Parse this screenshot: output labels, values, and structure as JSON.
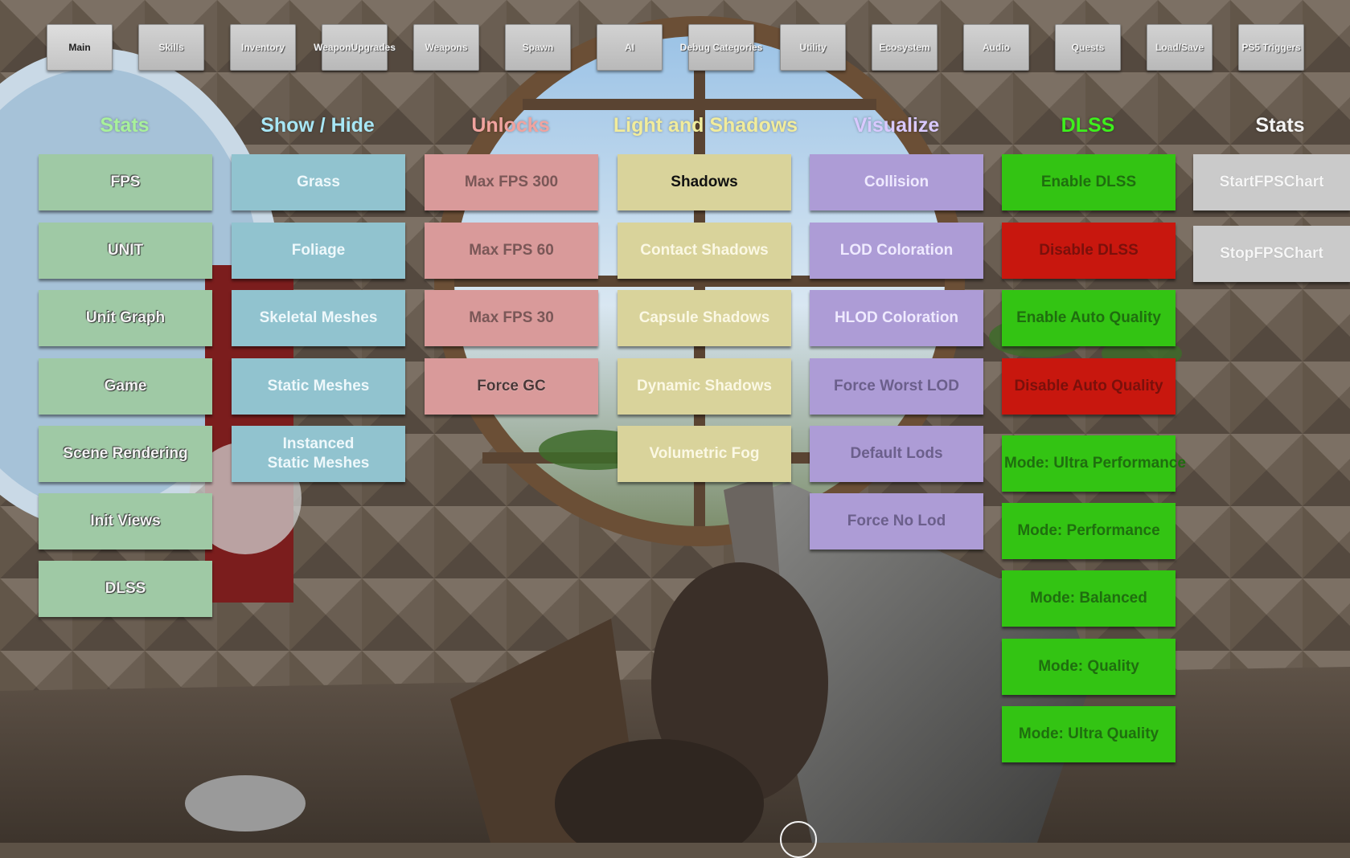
{
  "tabs": [
    {
      "label": "Main",
      "active": true
    },
    {
      "label": "Skills"
    },
    {
      "label": "Inventory"
    },
    {
      "label": "WeaponUpgrades"
    },
    {
      "label": "Weapons"
    },
    {
      "label": "Spawn"
    },
    {
      "label": "AI"
    },
    {
      "label": "Debug Categories"
    },
    {
      "label": "Utility"
    },
    {
      "label": "Ecosystem"
    },
    {
      "label": "Audio"
    },
    {
      "label": "Quests"
    },
    {
      "label": "Load/Save"
    },
    {
      "label": "PS5 Triggers"
    }
  ],
  "columns": {
    "stats": {
      "title": "Stats",
      "title_color": "#a8f09b",
      "buttons": [
        "FPS",
        "UNIT",
        "Unit Graph",
        "Game",
        "Scene Rendering",
        "Init Views",
        "DLSS"
      ]
    },
    "show_hide": {
      "title": "Show / Hide",
      "title_color": "#a7e6f5",
      "buttons": [
        "Grass",
        "Foliage",
        "Skeletal Meshes",
        "Static Meshes",
        "Instanced\nStatic Meshes"
      ]
    },
    "unlocks": {
      "title": "Unlocks",
      "title_color": "#f0a39f",
      "buttons": [
        "Max FPS 300",
        "Max FPS 60",
        "Max FPS 30",
        "Force GC"
      ]
    },
    "light_shadows": {
      "title": "Light and Shadows",
      "title_color": "#f1ec9c",
      "buttons": [
        "Shadows",
        "Contact Shadows",
        "Capsule Shadows",
        "Dynamic Shadows",
        "Volumetric Fog"
      ]
    },
    "visualize": {
      "title": "Visualize",
      "title_color": "#d9c9ff",
      "buttons": [
        "Collision",
        "LOD Coloration",
        "HLOD Coloration",
        "Force Worst LOD",
        "Default Lods",
        "Force No Lod"
      ]
    },
    "dlss": {
      "title": "DLSS",
      "title_color": "#3df01c",
      "buttons": [
        "Enable DLSS",
        "Disable DLSS",
        "Enable Auto Quality",
        "Disable Auto Quality",
        "Mode: Ultra Performance",
        "Mode: Performance",
        "Mode: Balanced",
        "Mode: Quality",
        "Mode: Ultra Quality"
      ]
    },
    "stats2": {
      "title": "Stats",
      "title_color": "#f4f4f4",
      "buttons": [
        "StartFPSChart",
        "StopFPSChart"
      ]
    }
  },
  "colors": {
    "accent_green": "#33c413",
    "accent_red": "#c8170e"
  }
}
